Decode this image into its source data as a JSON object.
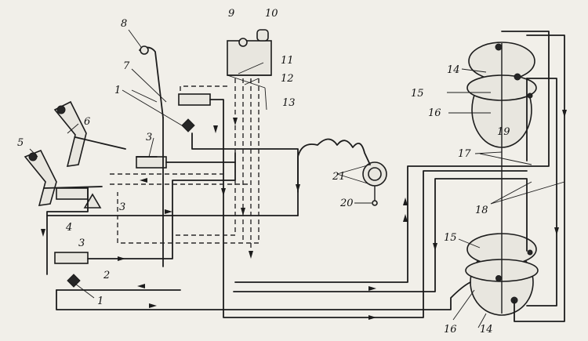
{
  "diagram": {
    "callouts": [
      "1",
      "1",
      "2",
      "3",
      "3",
      "3",
      "4",
      "5",
      "6",
      "7",
      "8",
      "9",
      "10",
      "11",
      "12",
      "13",
      "14",
      "14",
      "15",
      "15",
      "16",
      "16",
      "17",
      "18",
      "19",
      "20",
      "21"
    ]
  }
}
